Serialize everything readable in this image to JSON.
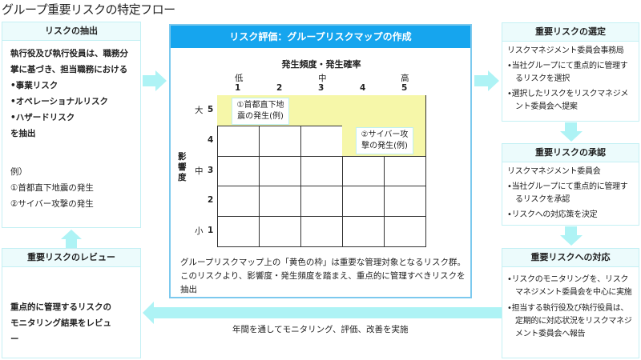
{
  "title": "グループ重要リスクの特定フロー",
  "extract": {
    "header": "リスクの抽出",
    "lead": "執行役及び執行役員は、職務分掌に基づき、担当職務における",
    "items": [
      "•事業リスク",
      "•オペレーショナルリスク",
      "•ハザードリスク"
    ],
    "tail": "を抽出",
    "example_label": "例）",
    "examples": [
      "①首都直下地震の発生",
      "②サイバー攻撃の発生"
    ]
  },
  "review": {
    "header": "重要リスクのレビュー",
    "body": "重点的に管理するリスクのモニタリング結果をレビュー"
  },
  "center": {
    "header": "リスク評価：グループリスクマップの作成",
    "x_title": "発生頻度・発生確率",
    "x_levels": [
      "低",
      "中",
      "高"
    ],
    "x_ticks": [
      "1",
      "2",
      "3",
      "4",
      "5"
    ],
    "y_title": "影響度",
    "y_levels": [
      "大",
      "中",
      "小"
    ],
    "y_ticks": [
      "5",
      "4",
      "3",
      "2",
      "1"
    ],
    "highlight": [
      [
        1,
        1,
        1,
        1,
        1
      ],
      [
        0,
        0,
        0,
        1,
        1
      ],
      [
        0,
        0,
        0,
        0,
        0
      ],
      [
        0,
        0,
        0,
        0,
        0
      ],
      [
        0,
        0,
        0,
        0,
        0
      ]
    ],
    "example1": "①首都直下地震の発生(例)",
    "example2": "②サイバー攻撃の発生(例)",
    "description": "グループリスクマップ上の「黄色の枠」は重要な管理対象となるリスク群。このリスクより、影響度・発生頻度を踏まえ、重点的に管理すべきリスクを抽出"
  },
  "select": {
    "header": "重要リスクの選定",
    "lead": "リスクマネジメント委員会事務局",
    "items": [
      "•当社グループにて重点的に管理するリスクを選択",
      "•選択したリスクをリスクマネジメント委員会へ提案"
    ]
  },
  "approve": {
    "header": "重要リスクの承認",
    "lead": "リスクマネジメント委員会",
    "items": [
      "•当社グループにて重点的に管理するリスクを承認",
      "•リスクへの対応策を決定"
    ]
  },
  "respond": {
    "header": "重要リスクへの対応",
    "items": [
      "•リスクのモニタリングを、リスクマネジメント委員会を中心に実施",
      "•担当する執行役及び執行役員は、定期的に対応状況をリスクマネジメント委員会へ報告"
    ]
  },
  "loop_label": "年間を通してモニタリング、評価、改善を実施",
  "colors": {
    "arrow": "#aef3f5",
    "center_header": "#16a5ee",
    "highlight": "#f6f7a9"
  }
}
